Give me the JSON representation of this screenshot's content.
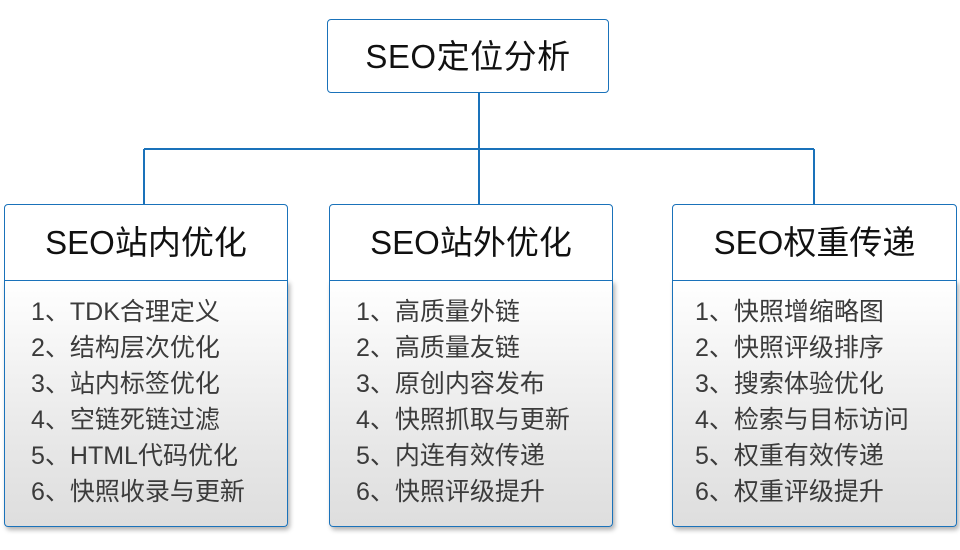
{
  "diagram": {
    "type": "org-chart",
    "root": {
      "title": "SEO定位分析"
    },
    "accent_color": "#1a72ba",
    "text_color": "#111111",
    "item_text_color": "#3b3b3b",
    "branches": [
      {
        "title": "SEO站内优化",
        "items": [
          "1、TDK合理定义",
          "2、结构层次优化",
          "3、站内标签优化",
          "4、空链死链过滤",
          "5、HTML代码优化",
          "6、快照收录与更新"
        ]
      },
      {
        "title": "SEO站外优化",
        "items": [
          "1、高质量外链",
          "2、高质量友链",
          "3、原创内容发布",
          "4、快照抓取与更新",
          "5、内连有效传递",
          "6、快照评级提升"
        ]
      },
      {
        "title": "SEO权重传递",
        "items": [
          "1、快照增缩略图",
          "2、快照评级排序",
          "3、搜索体验优化",
          "4、检索与目标访问",
          "5、权重有效传递",
          "6、权重评级提升"
        ]
      }
    ]
  }
}
